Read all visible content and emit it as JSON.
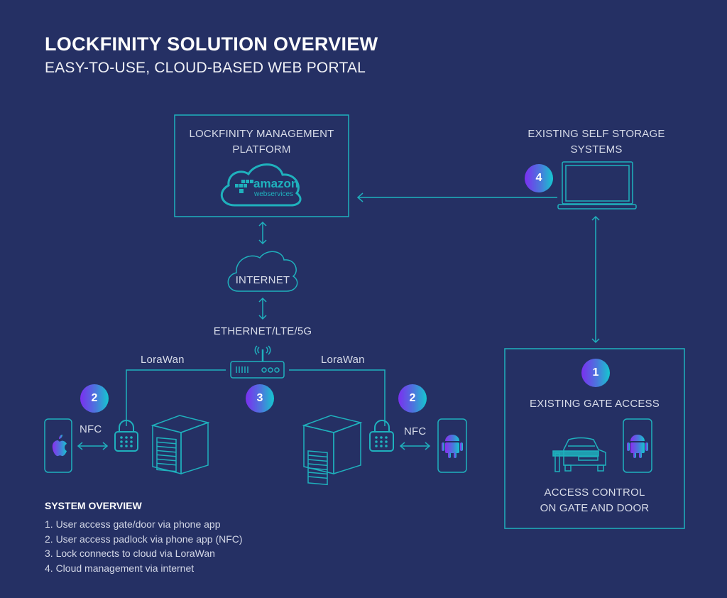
{
  "header": {
    "title": "LOCKFINITY SOLUTION OVERVIEW",
    "subtitle": "EASY-TO-USE, CLOUD-BASED WEB PORTAL"
  },
  "colors": {
    "background": "#253064",
    "line": "#1fb1bd",
    "badge_gradient_start": "#7b2ff0",
    "badge_gradient_end": "#15c7cf",
    "text": "#d7dbe8"
  },
  "nodes": {
    "management_platform": {
      "label_line1": "LOCKFINITY MANAGEMENT",
      "label_line2": "PLATFORM",
      "logo_word": "amazon",
      "logo_sub": "webservices",
      "logo_icon": "aws-cloud-icon"
    },
    "existing_systems": {
      "label_line1": "EXISTING SELF STORAGE",
      "label_line2": "SYSTEMS",
      "icon": "laptop-icon",
      "badge": "4"
    },
    "internet": {
      "label": "INTERNET",
      "icon": "cloud-icon"
    },
    "connection": {
      "label": "ETHERNET/LTE/5G"
    },
    "gateway": {
      "icon": "router-icon",
      "badge": "3"
    },
    "lorawan_left": {
      "label": "LoraWan"
    },
    "lorawan_right": {
      "label": "LoraWan"
    },
    "left_unit": {
      "badge": "2",
      "nfc_label": "NFC",
      "phone_icon": "apple-icon",
      "lock_icon": "padlock-icon",
      "unit_icon": "storage-unit-icon"
    },
    "right_unit": {
      "badge": "2",
      "nfc_label": "NFC",
      "phone_icon": "android-icon",
      "lock_icon": "padlock-icon",
      "unit_icon": "storage-unit-icon"
    },
    "gate_access": {
      "badge": "1",
      "title": "EXISTING GATE ACCESS",
      "caption_line1": "ACCESS CONTROL",
      "caption_line2": "ON GATE AND DOOR",
      "icons": [
        "car-gate-icon",
        "android-icon"
      ]
    }
  },
  "system_overview": {
    "heading": "SYSTEM OVERVIEW",
    "items": [
      "1.  User access gate/door via phone app",
      "2.  User access padlock via phone app (NFC)",
      "3.  Lock connects to cloud via LoraWan",
      "4.  Cloud management via internet"
    ]
  }
}
